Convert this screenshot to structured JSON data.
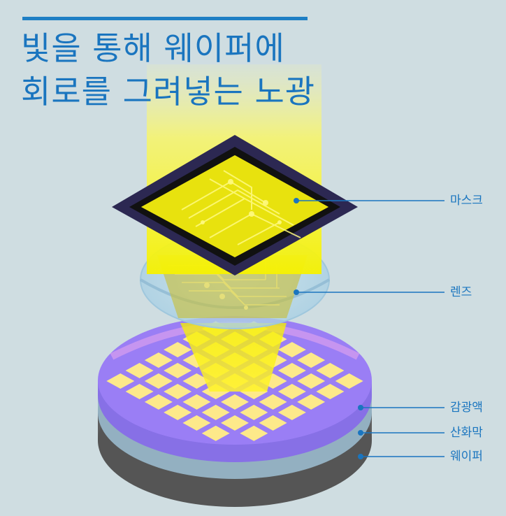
{
  "title": {
    "line1": "빛을 통해 웨이퍼에",
    "line2": "회로를 그려넣는 노광"
  },
  "labels": {
    "mask": "마스크",
    "lens": "렌즈",
    "photoresist": "감광액",
    "oxide": "산화막",
    "wafer": "웨이퍼"
  },
  "colors": {
    "background": "#cfdde1",
    "accent": "#1a75bf",
    "light_beam": "#f7f400",
    "mask_frame": "#2c2852",
    "photoresist": "#9a7ef5",
    "oxide": "#9cb8c8",
    "wafer": "#5e5e5e",
    "die": "#fde98a"
  }
}
